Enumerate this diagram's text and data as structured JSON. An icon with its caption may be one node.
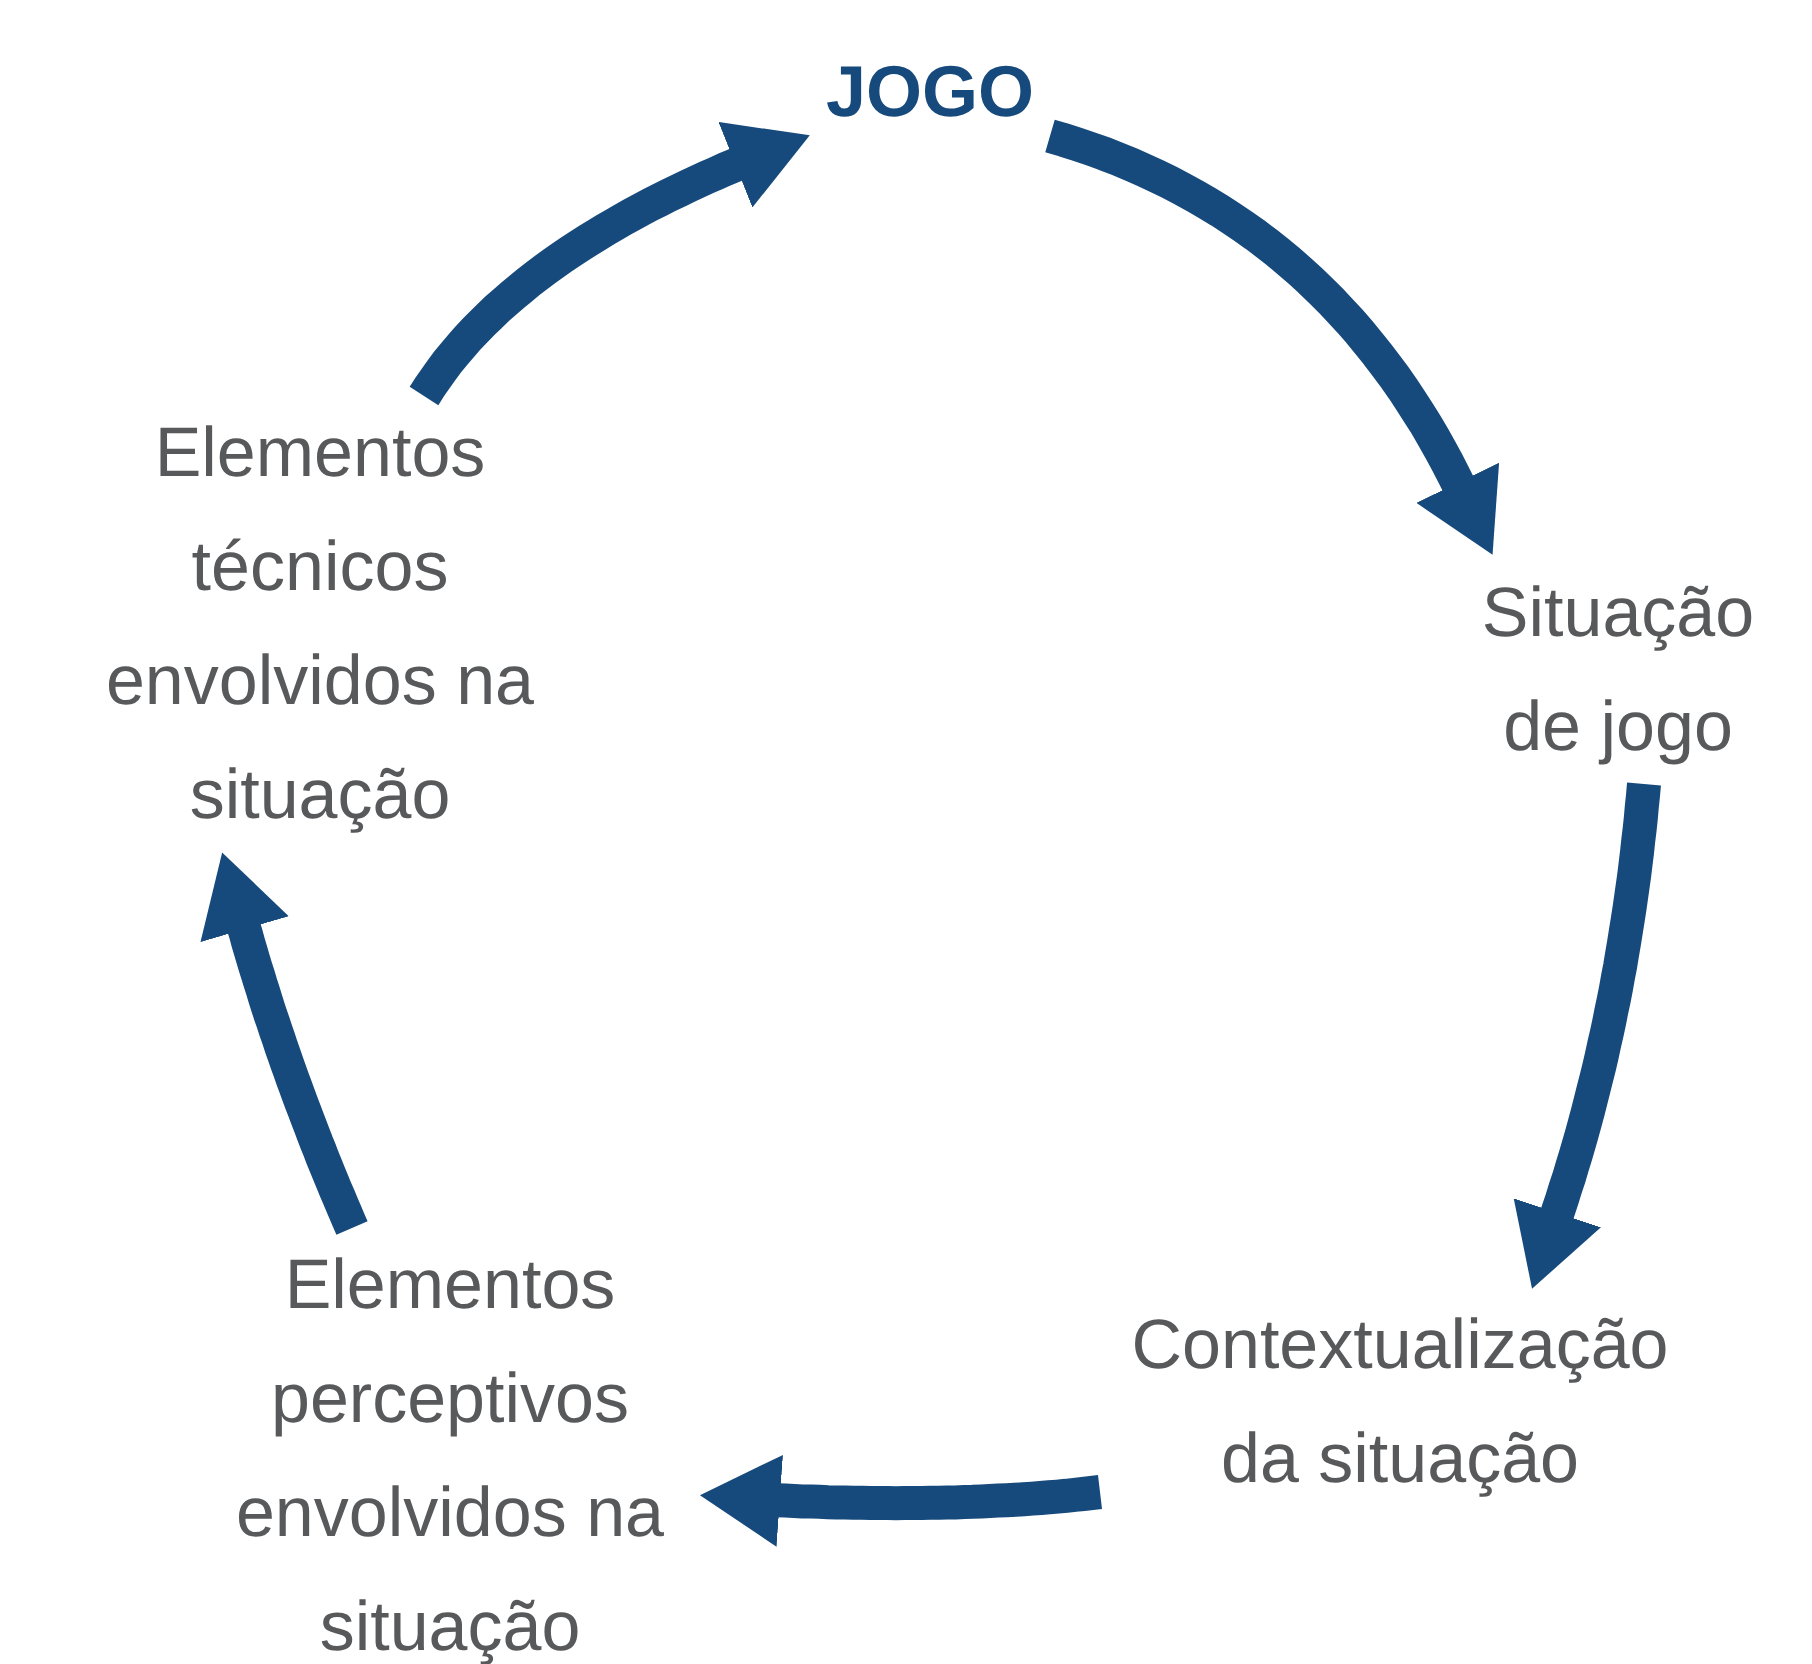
{
  "diagram": {
    "nodes": [
      {
        "text": [
          "JOGO"
        ]
      },
      {
        "text": [
          "Situação de jogo"
        ]
      },
      {
        "text": [
          "Contextualização da situação"
        ]
      },
      {
        "text": [
          "Elementos perceptivos envolvidos na situação"
        ]
      },
      {
        "text": [
          "Elementos técnicos envolvidos na situação"
        ]
      }
    ],
    "edges": [
      {
        "from": 0,
        "to": 1,
        "arrow": "to"
      },
      {
        "from": 1,
        "to": 2,
        "arrow": "to"
      },
      {
        "from": 2,
        "to": 3,
        "arrow": "to"
      },
      {
        "from": 3,
        "to": 4,
        "arrow": "to"
      },
      {
        "from": 4,
        "to": 0,
        "arrow": "to"
      }
    ]
  }
}
